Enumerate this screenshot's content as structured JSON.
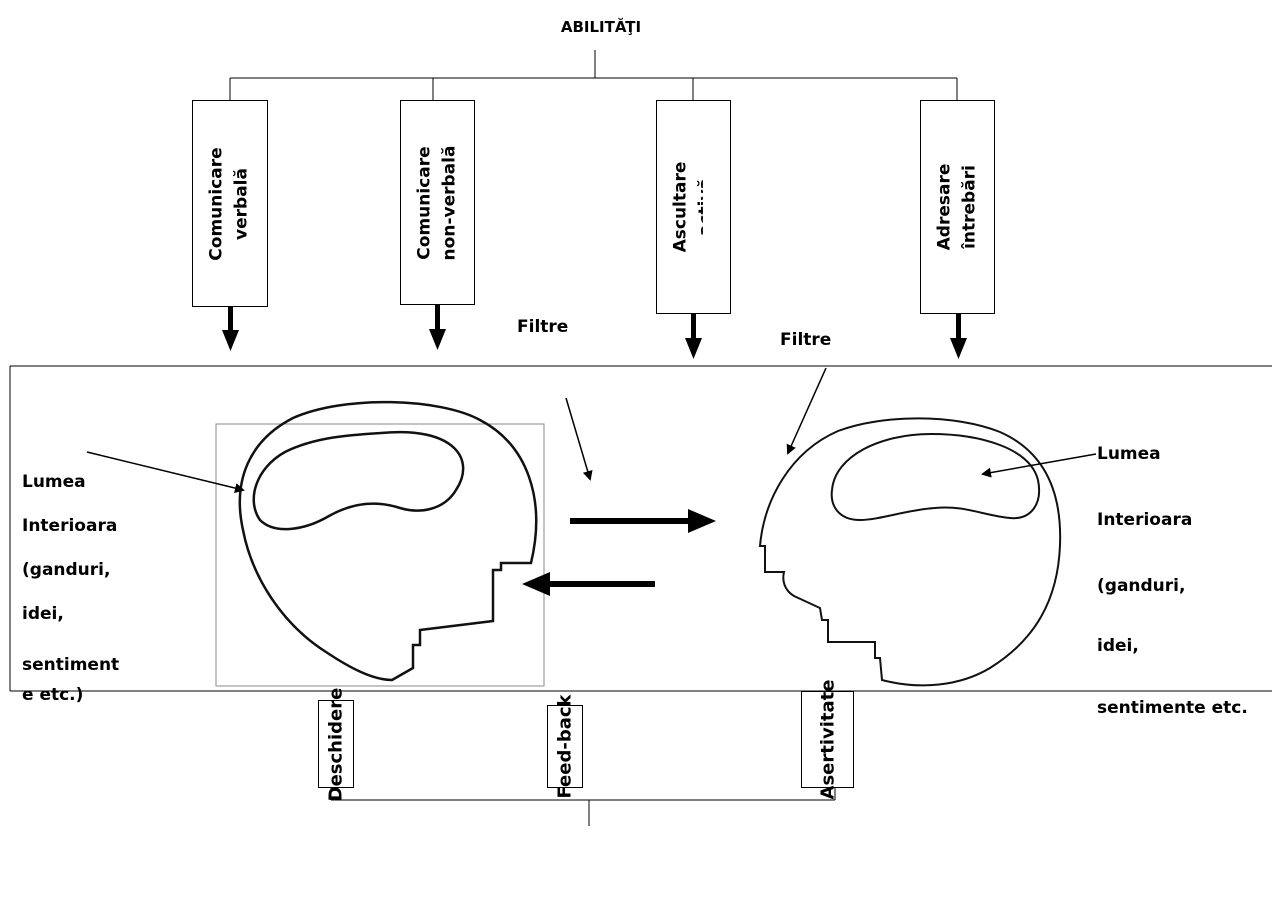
{
  "title": "ABILITĂŢI",
  "top_skills": [
    {
      "line1": "Comunicare",
      "line2": "verbală"
    },
    {
      "line1": "Comunicare",
      "line2": "non-verbală"
    },
    {
      "line1": "Ascultare",
      "line2": "activă"
    },
    {
      "line1": "Adresare",
      "line2": "întrebări"
    }
  ],
  "filters": [
    "Filtre",
    "Filtre"
  ],
  "left_world": [
    "Lumea",
    "Interioara",
    "(ganduri,",
    "idei,",
    "sentiment",
    "e etc.)"
  ],
  "right_world": [
    "Lumea",
    "Interioara",
    "(ganduri,",
    "idei,",
    "sentimente etc."
  ],
  "bottom_skills": [
    "Deschidere",
    "Feed-back",
    "Asertivitate"
  ]
}
